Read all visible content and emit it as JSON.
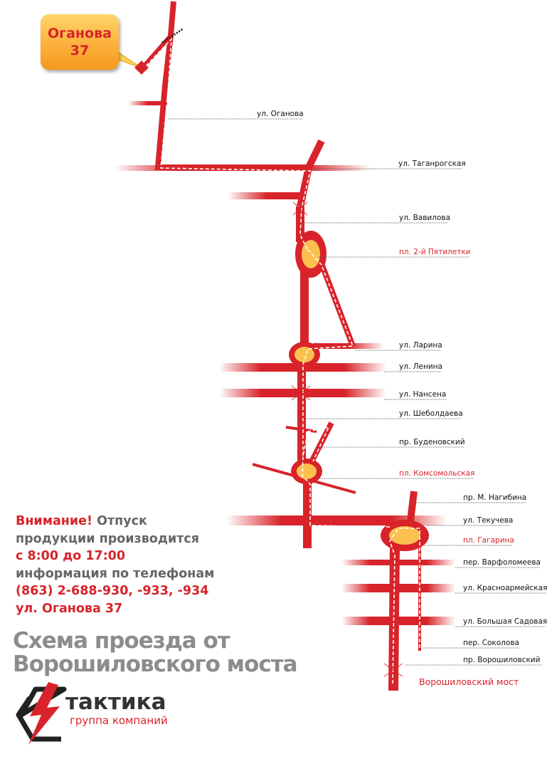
{
  "destination": {
    "line1": "Оганова",
    "line2": "37"
  },
  "streets": {
    "oganova": "ул. Оганова",
    "taganrogskaya": "ул. Таганрогская",
    "vavilova": "ул. Вавилова",
    "pyatiletki": "пл. 2-й Пятилетки",
    "larina": "ул. Ларина",
    "lenina": "ул. Ленина",
    "nansena": "ул. Нансена",
    "sheboldaeva": "ул. Шеболдаева",
    "budennovsky": "пр. Буденовский",
    "komsomolskaya": "пл. Комсомольская",
    "nagibina": "пр. М. Нагибина",
    "tekucheva": "ул. Текучева",
    "gagarina": "пл. Гагарина",
    "varfolomeeva": "пер. Варфоломеева",
    "krasnoarmeyskaya": "ул. Красноармейская",
    "bolshaya_sadovaya": "ул. Большая Садовая",
    "sokolova": "пер. Соколова",
    "voroshilovsky_per": "пр. Ворошиловский",
    "voroshilovsky_most": "Ворошиловский мост"
  },
  "notice": {
    "attention": "Внимание!",
    "line1_rest": " Отпуск",
    "line2": "продукции производится",
    "hours": "с 8:00 до 17:00",
    "line4": "информация по телефонам",
    "phones": "(863) 2-688-930, -933, -934",
    "address": "ул. Оганова 37"
  },
  "title": {
    "line1": "Схема проезда от",
    "line2": "Ворошиловского моста"
  },
  "logo": {
    "name": "тактика",
    "subtitle": "группа компаний"
  },
  "colors": {
    "road": "#d8232a",
    "square": "#fbc04f",
    "route": "#ffffff",
    "text_gray": "#8c8c8c"
  }
}
